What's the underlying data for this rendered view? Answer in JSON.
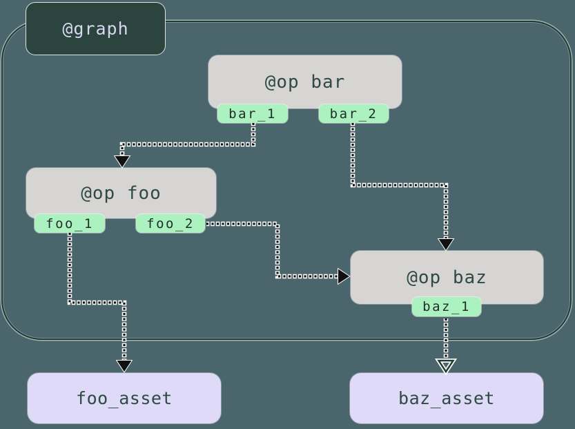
{
  "graph": {
    "label": "@graph"
  },
  "nodes": {
    "bar": {
      "label": "@op bar",
      "outputs": [
        "bar_1",
        "bar_2"
      ]
    },
    "foo": {
      "label": "@op foo",
      "outputs": [
        "foo_1",
        "foo_2"
      ]
    },
    "baz": {
      "label": "@op baz",
      "outputs": [
        "baz_1"
      ]
    }
  },
  "assets": {
    "foo": {
      "label": "foo_asset"
    },
    "baz": {
      "label": "baz_asset"
    }
  },
  "edges": [
    {
      "from": "bar_1",
      "to": "@op foo",
      "style": "dotted",
      "head": "filled"
    },
    {
      "from": "bar_2",
      "to": "@op baz",
      "style": "dotted",
      "head": "filled"
    },
    {
      "from": "foo_2",
      "to": "@op baz",
      "style": "dotted",
      "head": "filled"
    },
    {
      "from": "foo_1",
      "to": "foo_asset",
      "style": "dotted",
      "head": "filled"
    },
    {
      "from": "baz_1",
      "to": "baz_asset",
      "style": "dotted",
      "head": "open"
    }
  ],
  "colors": {
    "background": "#4B656C",
    "container_border": "#1E3C34",
    "graph_fill": "#2B453E",
    "graph_text": "#D9D6F2",
    "op_fill": "#D6D5D3",
    "op_text": "#2F4A43",
    "tag_fill": "#ABF2C0",
    "tag_text": "#1F2D28",
    "asset_fill": "#DEDAF8",
    "asset_text": "#2F4A43",
    "arrow": "#111111",
    "arrow_halo": "#FFFFFF"
  }
}
